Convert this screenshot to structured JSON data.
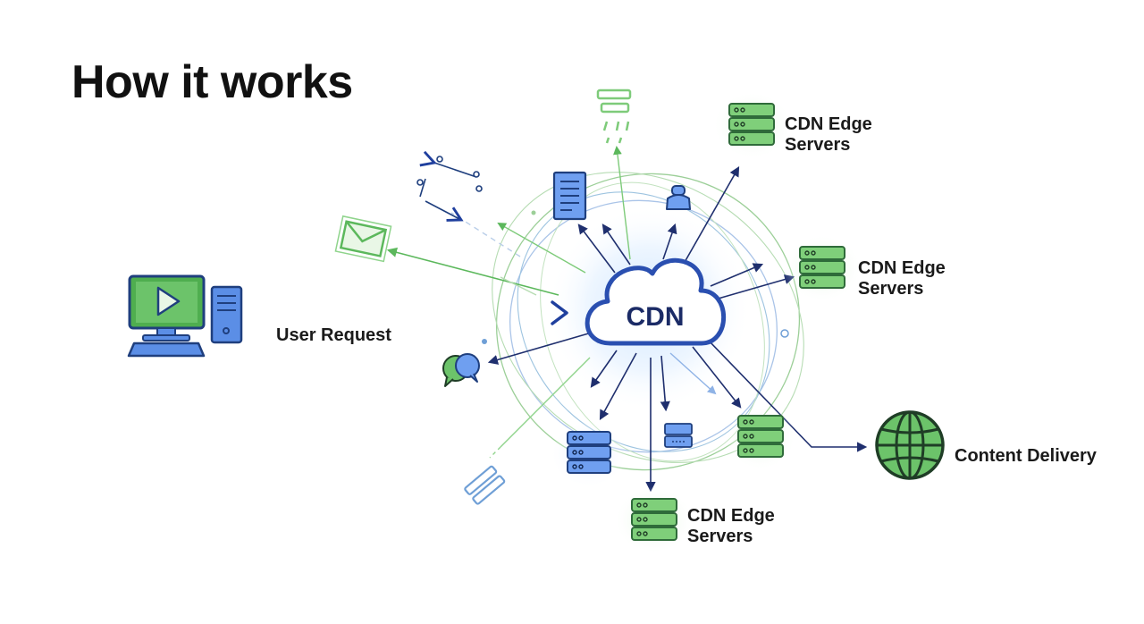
{
  "title": "How it works",
  "labels": {
    "user_request": "User Request",
    "cdn": "CDN",
    "content_delivery": "Content Delivery"
  },
  "edge_labels": [
    {
      "line1": "CDN Edge",
      "line2": "Servers"
    },
    {
      "line1": "CDN Edge",
      "line2": "Servers"
    },
    {
      "line1": "CDN Edge",
      "line2": "Servers"
    }
  ],
  "colors": {
    "navy": "#1f2f6e",
    "blue": "#2f5fc7",
    "light_blue": "#5b8ee6",
    "green": "#4caf50",
    "light_green": "#8fd48c",
    "cloud_glow": "#cfe6ff"
  },
  "icons": [
    "computer-icon",
    "cloud-icon",
    "server-icon",
    "globe-icon",
    "document-icon",
    "mail-icon",
    "chat-icon",
    "user-icon",
    "cycle-arrows-icon"
  ]
}
